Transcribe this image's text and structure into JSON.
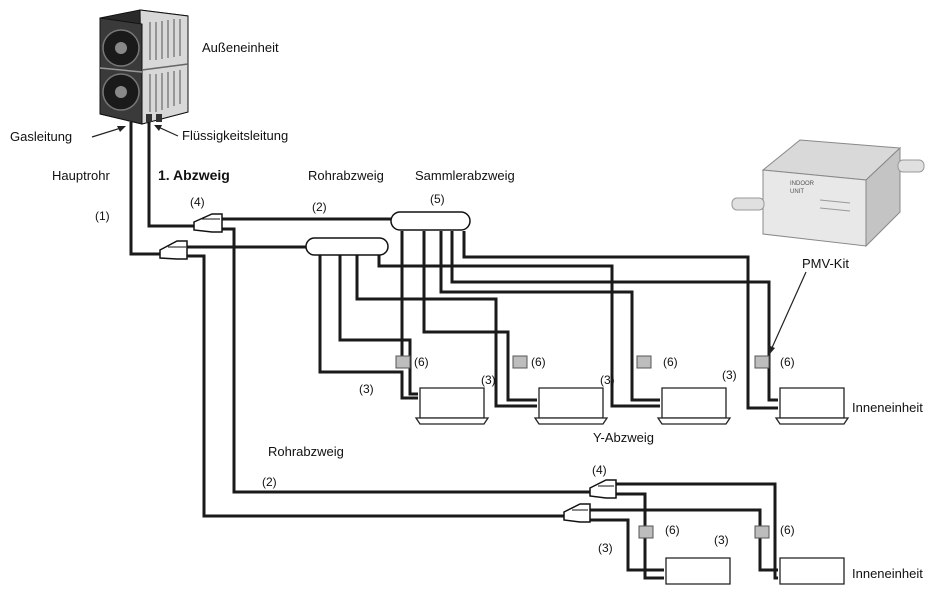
{
  "labels": {
    "outdoor_unit": "Außeneinheit",
    "gas_line": "Gasleitung",
    "liquid_line": "Flüssigkeitsleitung",
    "main_pipe": "Hauptrohr",
    "first_branch": "1. Abzweig",
    "pipe_branch_top": "Rohrabzweig",
    "header_branch": "Sammlerabzweig",
    "pmv_kit": "PMV-Kit",
    "indoor_unit_top": "Inneneinheit",
    "y_branch": "Y-Abzweig",
    "pipe_branch_bottom": "Rohrabzweig",
    "indoor_unit_bottom": "Inneneinheit",
    "pmv_text_1": "INDOOR",
    "pmv_text_2": "UNIT"
  },
  "numbers": {
    "n1": "(1)",
    "n2": "(2)",
    "n3": "(3)",
    "n4": "(4)",
    "n5": "(5)",
    "n6": "(6)"
  }
}
